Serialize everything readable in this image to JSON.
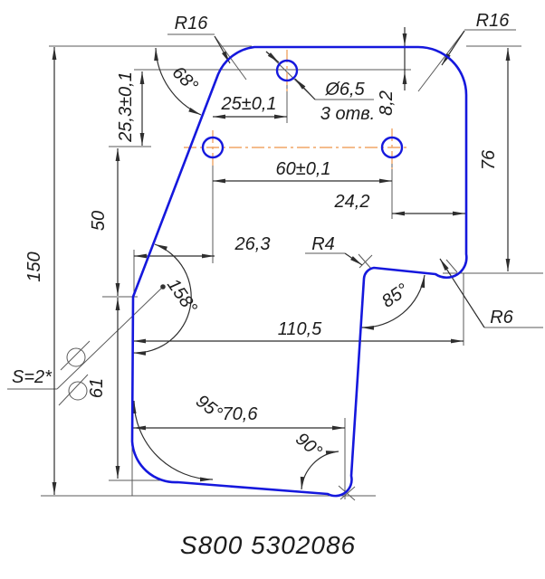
{
  "title": {
    "text": "S800 5302086"
  },
  "colors": {
    "contour": "#1518dd",
    "centerline": "#f0a566",
    "dimension": "#3a3a3a"
  },
  "labels": {
    "radius_top_left": "R16",
    "radius_top_right": "R16",
    "angle_top_left": "68°",
    "dim_hole_offset_v": "25,3±0,1",
    "dim_hole_offset_h": "25±0,1",
    "hole_diameter": "Ø6,5",
    "hole_count": "3 отв.",
    "dim_top_edge": "8,2",
    "dim_right_height": "76",
    "dim_hole_spacing": "60±0,1",
    "dim_right_offset": "24,2",
    "dim_left_offset": "26,3",
    "radius_notch": "R4",
    "dim_mid_height": "50",
    "dim_total_height": "150",
    "angle_left_bend": "158°",
    "dim_notch_width": "110,5",
    "angle_notch": "85°",
    "radius_notch_corner": "R6",
    "dim_lower_height": "61",
    "thickness_note": "S=2*",
    "angle_bottom_left": "95°",
    "dim_bottom_width": "70,6",
    "angle_bottom_right": "90°"
  }
}
